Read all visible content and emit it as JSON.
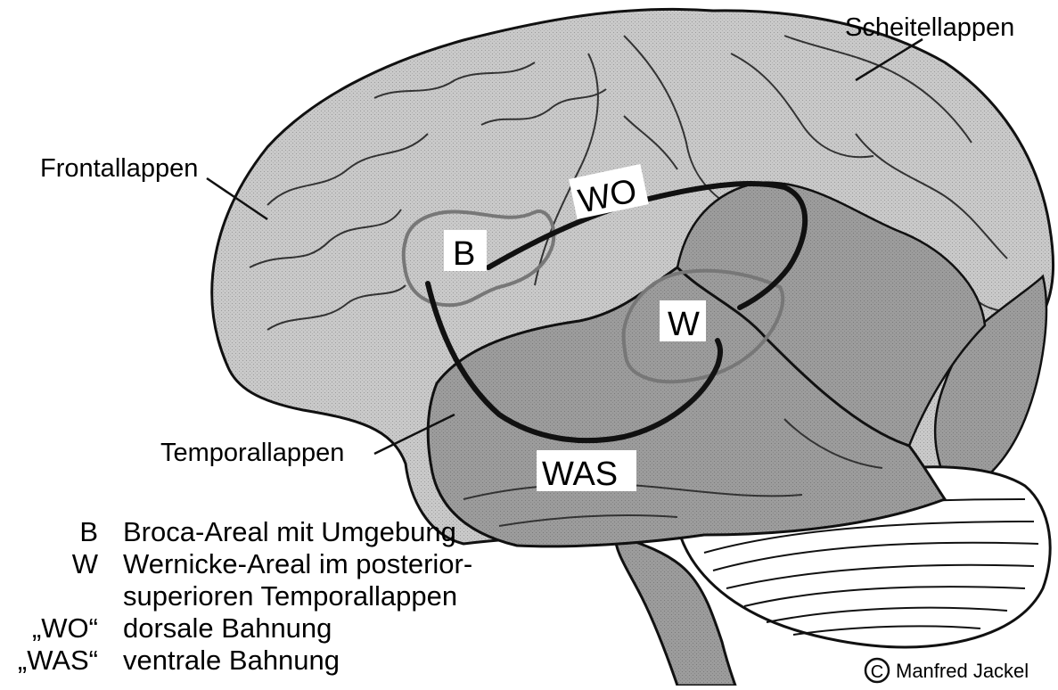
{
  "labels": {
    "parietal": "Scheitellappen",
    "frontal": "Frontallappen",
    "temporal": "Temporallappen"
  },
  "areas": {
    "broca": "B",
    "wernicke": "W",
    "dorsal_path": "WO",
    "ventral_path": "WAS"
  },
  "legend": [
    {
      "key": "B",
      "text": "Broca-Areal mit Umgebung"
    },
    {
      "key": "W",
      "text": "Wernicke-Areal im posterior-"
    },
    {
      "key": "",
      "text": "superioren Temporallappen"
    },
    {
      "key": "„WO“",
      "text": "dorsale Bahnung"
    },
    {
      "key": "„WAS“",
      "text": "ventrale Bahnung"
    }
  ],
  "copyright": {
    "symbol": "C",
    "author": "Manfred Jackel"
  },
  "colors": {
    "brain_light": "#c9c9c9",
    "temporal_dark": "#9c9c9c",
    "area_outline": "#777777",
    "pathway": "#111111"
  }
}
